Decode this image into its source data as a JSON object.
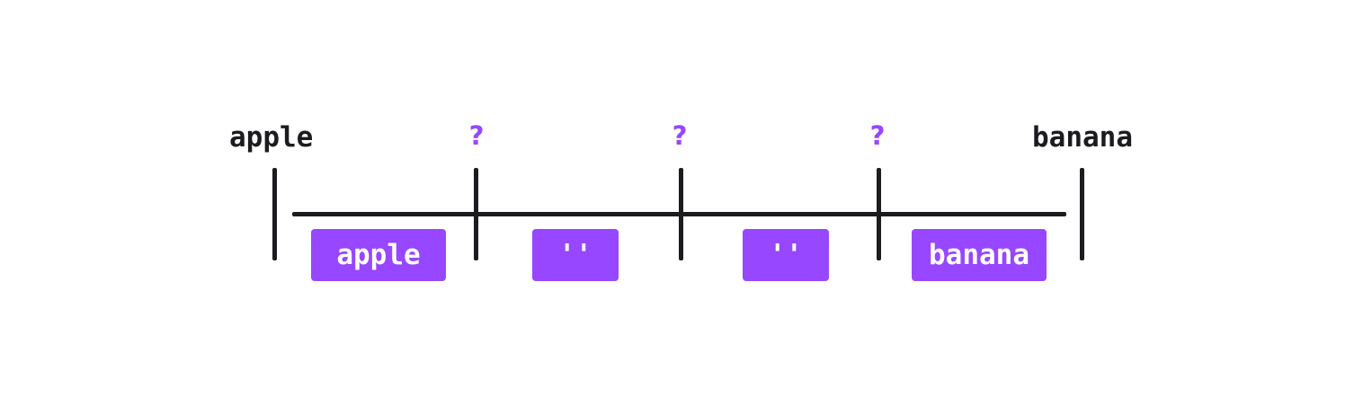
{
  "endpoints": {
    "start": "apple",
    "end": "banana"
  },
  "unknowns": [
    "?",
    "?",
    "?"
  ],
  "segments": [
    "apple",
    "''",
    "''",
    "banana"
  ],
  "colors": {
    "ink": "#1c1b1f",
    "accent": "#9747ff",
    "chip_text": "#ffffff",
    "background": "#ffffff"
  }
}
